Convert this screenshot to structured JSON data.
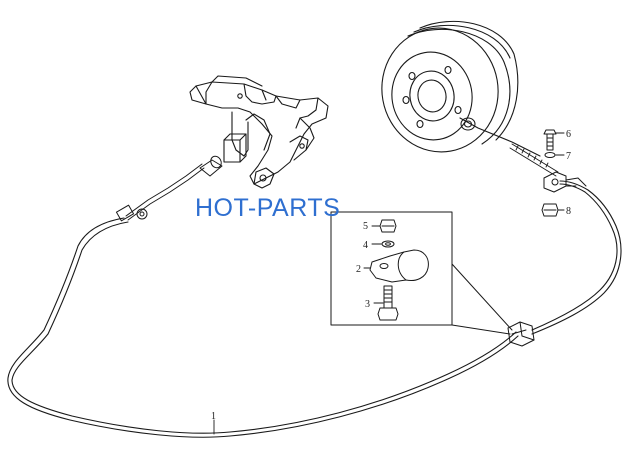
{
  "diagram": {
    "watermark": "HOT-PARTS",
    "callouts": {
      "c1": "1",
      "c2": "2",
      "c3": "3",
      "c4": "4",
      "c5": "5",
      "c6": "6",
      "c7": "7",
      "c8": "8"
    }
  }
}
